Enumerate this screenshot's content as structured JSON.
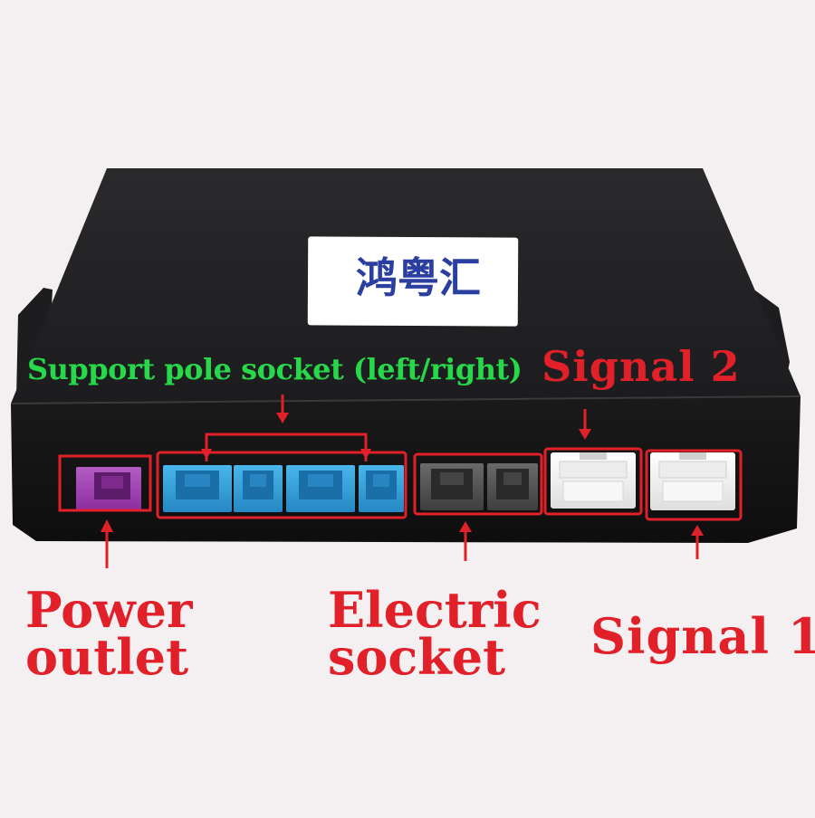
{
  "image": {
    "subject": "black-device-box-connectors",
    "background_color": "#f4f0f1",
    "highlight_color": "#e1202a",
    "label_color_red": "#e1202a",
    "label_color_green": "#27d84a",
    "brand_color": "#2a3fa0"
  },
  "brand_sticker": {
    "text": "鸿粤汇"
  },
  "labels": {
    "support_pole_socket": "Support pole socket (left/right)",
    "signal_2": "Signal 2",
    "power_outlet": "Power\noutlet",
    "electric_socket": "Electric\nsocket",
    "signal_1": "Signal 1"
  },
  "connectors": [
    {
      "name": "power",
      "color": "#a23fb0"
    },
    {
      "name": "support-pole",
      "color": "#2ea0dc"
    },
    {
      "name": "electric",
      "color": "#505050"
    },
    {
      "name": "signal-2",
      "color": "#f4f4f4"
    },
    {
      "name": "signal-1",
      "color": "#f4f4f4"
    }
  ]
}
